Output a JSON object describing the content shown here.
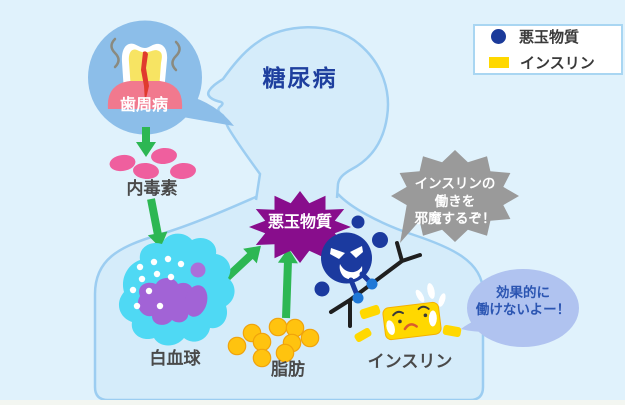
{
  "title": "糖尿病",
  "legend": {
    "items": [
      {
        "label": "悪玉物質",
        "swatch": "navy-circle"
      },
      {
        "label": "インスリン",
        "swatch": "yellow-square"
      }
    ]
  },
  "nodes": {
    "periodontal": {
      "label": "歯周病"
    },
    "endotoxin": {
      "label": "内毒素"
    },
    "white_blood_cell": {
      "label": "白血球"
    },
    "fat": {
      "label": "脂肪"
    },
    "insulin": {
      "label": "インスリン"
    },
    "bad_substance": {
      "label": "悪玉物質"
    }
  },
  "speech": {
    "bad_substance": {
      "line1": "インスリンの",
      "line2": "働きを",
      "line3": "邪魔するぞ！"
    },
    "insulin": {
      "line1": "効果的に",
      "line2": "働けないよー！"
    }
  },
  "colors": {
    "background": "#E0F2FC",
    "body_fill": "#D5ECFA",
    "outline_blue": "#9CCDF1",
    "periodontal_bubble_blue": "#8CBEE9",
    "arrow_green": "#2DB753",
    "endotoxin_pink": "#EF5F9E",
    "wbc_cyan": "#4FD9F4",
    "wbc_nucleus_purple": "#A263D6",
    "fat_yellow": "#FFC30F",
    "insulin_yellow": "#FFD800",
    "bad_substance_navy": "#1B3A9F",
    "starburst_purple": "#880D8C",
    "gray_bubble": "#9A9A9A",
    "light_blue_bubble": "#B0C3F0",
    "title_blue": "#1E3F9E",
    "label_gray": "#4A4A4A"
  }
}
